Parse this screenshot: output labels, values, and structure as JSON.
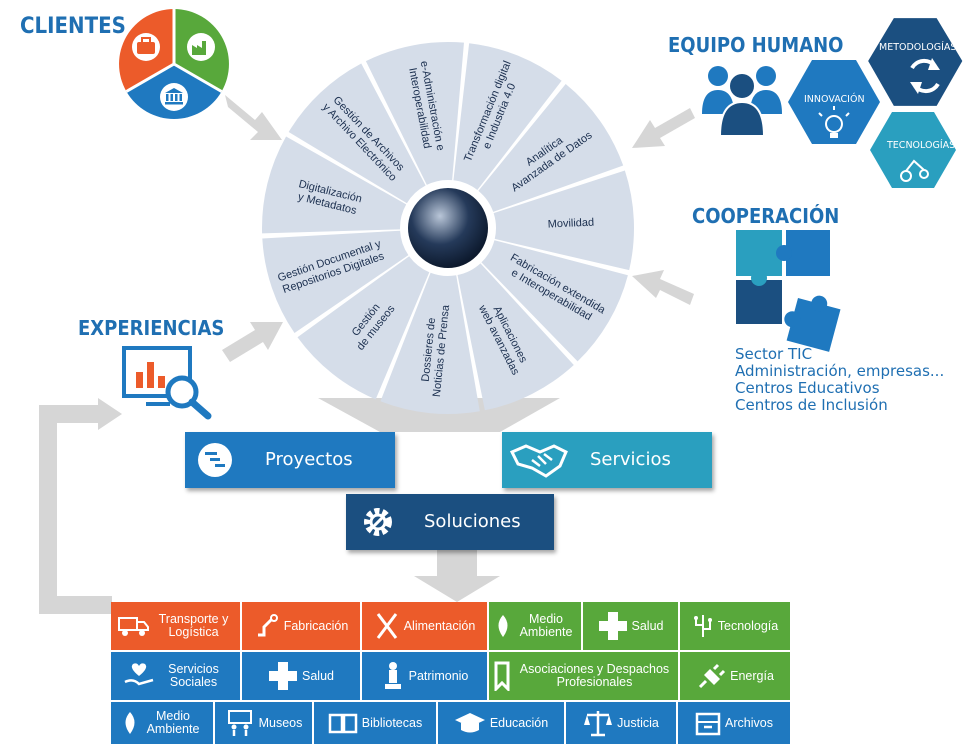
{
  "titles": {
    "clientes": "CLIENTES",
    "equipo": "EQUIPO HUMANO",
    "cooperacion": "COOPERACIÓN",
    "experiencias": "EXPERIENCIAS"
  },
  "hexagons": {
    "metodologias": "METODOLOGÍAS",
    "innovacion": "INNOVACIÓN",
    "tecnologias": "TECNOLOGÍAS"
  },
  "wheel": {
    "segments": [
      "e-Administración e Interoperabilidad",
      "Transformación digital e Industria 4.0",
      "Analítica Avanzada de Datos",
      "Movilidad",
      "Fabricación extendida e Interoperabilidad",
      "Aplicaciones web avanzadas",
      "Dossieres de Noticias de Prensa",
      "Gestión de museos",
      "Gestión Documental y Repositorios Digitales",
      "Digitalización y Metadatos",
      "Gestión de Archivos y Archivo Electrónico"
    ]
  },
  "cooperacion_list": [
    "Sector TIC",
    "Administración, empresas...",
    "Centros Educativos",
    "Centros de Inclusión"
  ],
  "buttons": {
    "proyectos": "Proyectos",
    "servicios": "Servicios",
    "soluciones": "Soluciones"
  },
  "sectors": {
    "row1": [
      "Transporte y Logística",
      "Fabricación",
      "Alimentación",
      "Medio Ambiente",
      "Salud",
      "Tecnología"
    ],
    "row2": [
      "Servicios Sociales",
      "Salud",
      "Patrimonio",
      "Asociaciones y Despachos Profesionales",
      "Energía"
    ],
    "row3": [
      "Medio Ambiente",
      "Museos",
      "Bibliotecas",
      "Educación",
      "Justicia",
      "Archivos"
    ]
  },
  "colors": {
    "blue": "#1f79c0",
    "dark_blue": "#1b4f80",
    "teal": "#2a9fbf",
    "green": "#58a83b",
    "orange": "#ec5b2a",
    "wheel": "#d5dde9",
    "arrow": "#d6d6d6"
  }
}
